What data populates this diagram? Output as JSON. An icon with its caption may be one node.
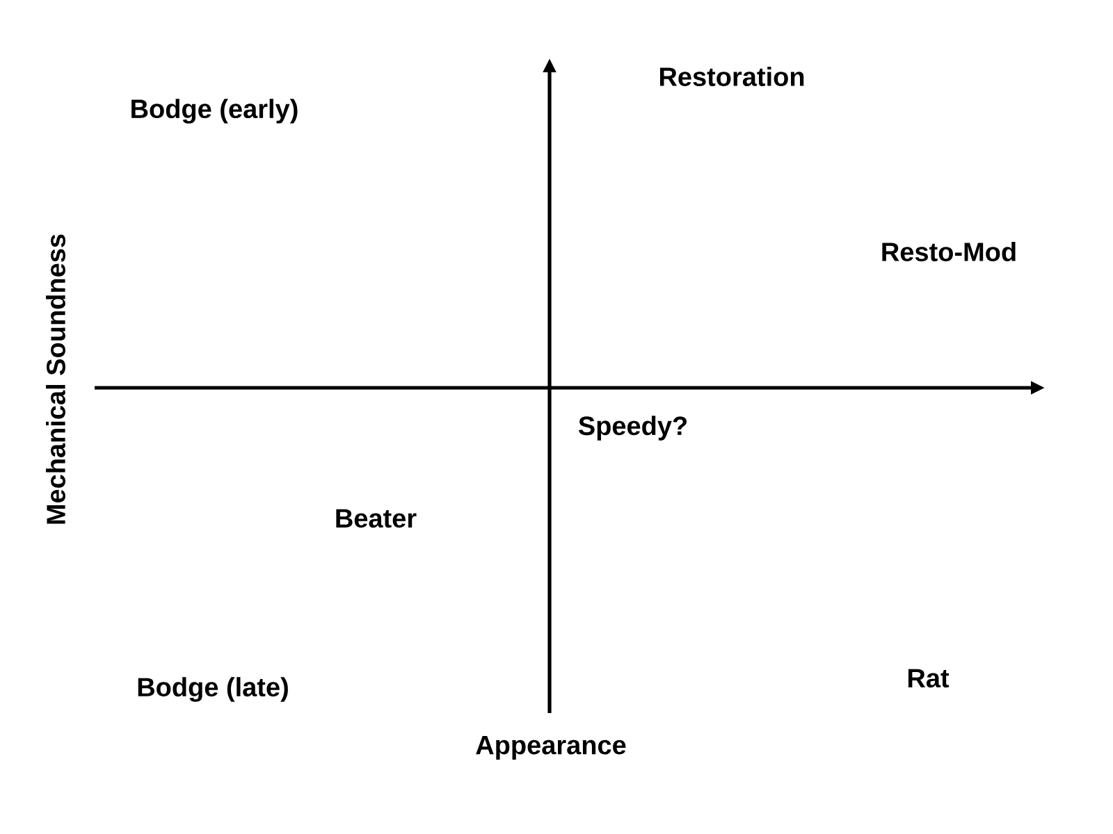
{
  "diagram": {
    "labels": [
      "Restoration",
      "Bodge (early)",
      "Resto-Mod",
      "Mechanical Soundness",
      "Speedy?",
      "Beater",
      "Rat",
      "Bodge (late)",
      "Appearance"
    ]
  }
}
